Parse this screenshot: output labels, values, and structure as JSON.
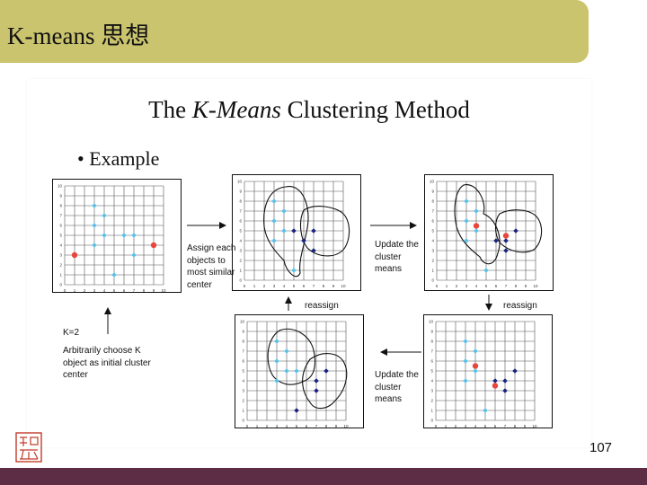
{
  "slide": {
    "title": "K-means 思想",
    "page_number": "107",
    "colors": {
      "title_bar": "#cbc46e",
      "footer_bar": "#5c2d45",
      "seal": "#c23b2a"
    }
  },
  "diagram": {
    "title_prefix": "The ",
    "title_italic": "K-Means",
    "title_suffix": " Clustering Method",
    "bullet": "• Example",
    "labels": {
      "assign": "Assign each objects to most similar center",
      "update1": "Update the cluster means",
      "update2": "Update the cluster means",
      "reassign_left": "reassign",
      "reassign_right": "reassign",
      "k": "K=2",
      "arbitrary": "Arbitrarily choose K object as initial cluster center"
    },
    "colors": {
      "light_point": "#5bc2e7",
      "dark_point": "#1a237e",
      "center": "#e8453c",
      "grid": "#555555",
      "outline": "#111111"
    }
  },
  "chart_data": [
    {
      "type": "scatter",
      "panel": "initial",
      "xlim": [
        0,
        10
      ],
      "ylim": [
        0,
        10
      ],
      "ticks": [
        "0",
        "1",
        "2",
        "3",
        "4",
        "5",
        "6",
        "7",
        "8",
        "9",
        "10"
      ],
      "series": [
        {
          "points": [
            [
              3,
              8
            ],
            [
              4,
              7
            ],
            [
              3,
              6
            ],
            [
              4,
              5
            ],
            [
              3,
              4
            ],
            [
              5,
              1
            ],
            [
              6,
              5
            ],
            [
              7,
              5
            ],
            [
              7,
              3
            ]
          ]
        },
        {
          "points": [
            [
              1,
              3
            ],
            [
              9,
              4
            ]
          ]
        }
      ]
    },
    {
      "type": "scatter",
      "panel": "assigned",
      "xlim": [
        0,
        10
      ],
      "ylim": [
        0,
        10
      ],
      "ticks": [
        "0",
        "1",
        "2",
        "3",
        "4",
        "5",
        "6",
        "7",
        "8",
        "9",
        "10"
      ],
      "series": [
        {
          "points": [
            [
              3,
              8
            ],
            [
              4,
              7
            ],
            [
              3,
              6
            ],
            [
              4,
              5
            ],
            [
              3,
              4
            ],
            [
              5,
              1
            ]
          ]
        },
        {
          "points": [
            [
              5,
              5
            ],
            [
              7,
              5
            ],
            [
              6,
              4
            ],
            [
              7,
              3
            ]
          ]
        }
      ]
    },
    {
      "type": "scatter",
      "panel": "updated",
      "xlim": [
        0,
        10
      ],
      "ylim": [
        0,
        10
      ],
      "ticks": [
        "0",
        "1",
        "2",
        "3",
        "4",
        "5",
        "6",
        "7",
        "8",
        "9",
        "10"
      ],
      "series": [
        {
          "points": [
            [
              3,
              8
            ],
            [
              4,
              7
            ],
            [
              3,
              6
            ],
            [
              4,
              5
            ],
            [
              3,
              4
            ],
            [
              5,
              1
            ]
          ]
        },
        {
          "points": [
            [
              6,
              4
            ],
            [
              8,
              5
            ],
            [
              7,
              4
            ],
            [
              7,
              3
            ]
          ]
        },
        {
          "points": [
            [
              4,
              5.5
            ],
            [
              7,
              4.5
            ]
          ]
        }
      ]
    },
    {
      "type": "scatter",
      "panel": "reassigned",
      "xlim": [
        0,
        10
      ],
      "ylim": [
        0,
        10
      ],
      "ticks": [
        "0",
        "1",
        "2",
        "3",
        "4",
        "5",
        "6",
        "7",
        "8",
        "9",
        "10"
      ],
      "series": [
        {
          "points": [
            [
              3,
              8
            ],
            [
              4,
              7
            ],
            [
              3,
              6
            ],
            [
              4,
              5
            ],
            [
              3,
              4
            ],
            [
              5,
              5
            ]
          ]
        },
        {
          "points": [
            [
              5,
              1
            ],
            [
              7,
              4
            ],
            [
              8,
              5
            ],
            [
              7,
              3
            ]
          ]
        }
      ]
    },
    {
      "type": "scatter",
      "panel": "final",
      "xlim": [
        0,
        10
      ],
      "ylim": [
        0,
        10
      ],
      "ticks": [
        "0",
        "1",
        "2",
        "3",
        "4",
        "5",
        "6",
        "7",
        "8",
        "9",
        "10"
      ],
      "series": [
        {
          "points": [
            [
              3,
              8
            ],
            [
              4,
              7
            ],
            [
              3,
              6
            ],
            [
              4,
              5
            ],
            [
              3,
              4
            ],
            [
              5,
              1
            ]
          ]
        },
        {
          "points": [
            [
              6,
              4
            ],
            [
              7,
              4
            ],
            [
              8,
              5
            ],
            [
              7,
              3
            ]
          ]
        },
        {
          "points": [
            [
              4,
              5.5
            ],
            [
              6,
              3.5
            ]
          ]
        }
      ]
    }
  ]
}
